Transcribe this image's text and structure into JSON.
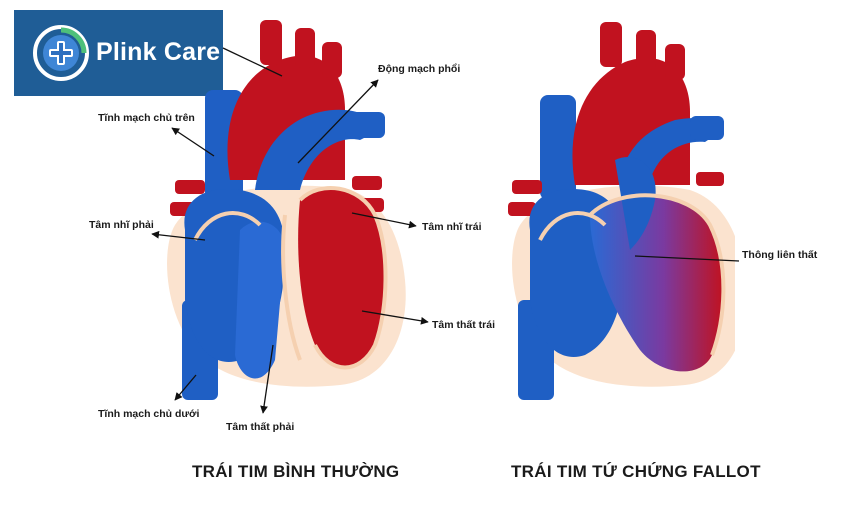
{
  "brand": {
    "name": "Plink Care",
    "color": "#1f5d96"
  },
  "colors": {
    "oxygenated": "#c1121f",
    "deoxygenated": "#1f5fc4",
    "pericardium": "#fbe3cf",
    "outline": "#f5d0b0"
  },
  "normal_heart": {
    "title": "TRÁI TIM BÌNH THƯỜNG",
    "labels": {
      "pulmonary_artery": "Động mạch phổi",
      "superior_vena_cava": "Tĩnh mạch chủ trên",
      "right_atrium": "Tâm nhĩ phải",
      "left_atrium": "Tâm nhĩ trái",
      "left_ventricle": "Tâm thất trái",
      "inferior_vena_cava": "Tĩnh mạch chủ dưới",
      "right_ventricle": "Tâm thất phải"
    }
  },
  "fallot_heart": {
    "title": "TRÁI TIM TỨ CHỨNG FALLOT",
    "labels": {
      "ventricular_septal_defect": "Thông liên thất"
    }
  }
}
